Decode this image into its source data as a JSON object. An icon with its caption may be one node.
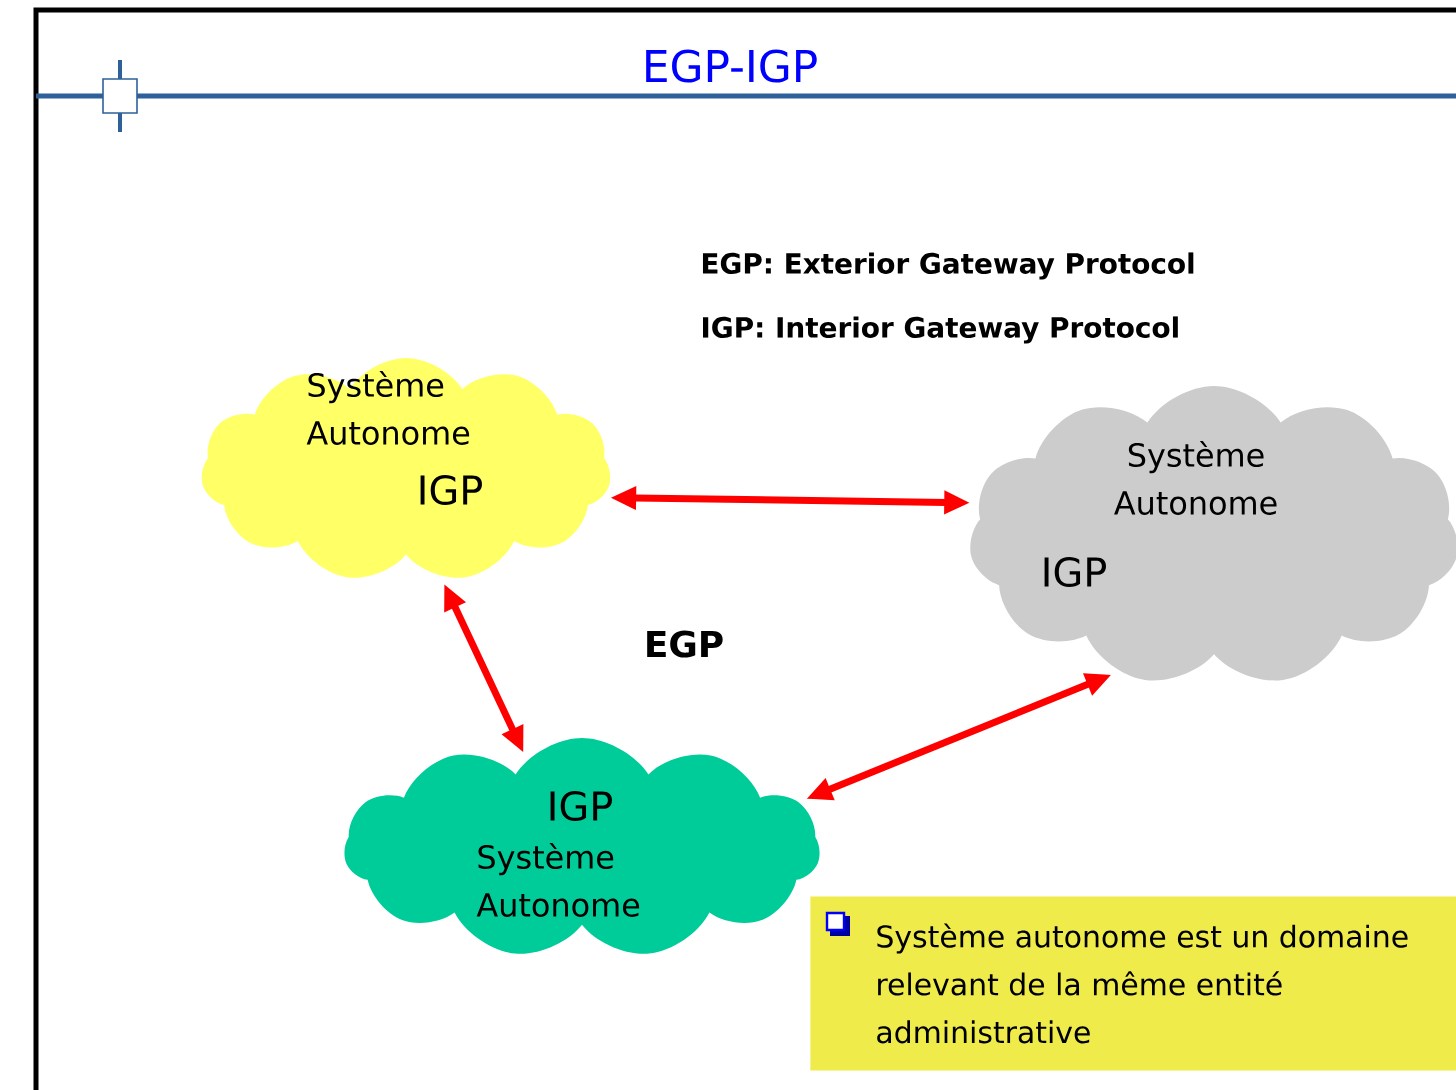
{
  "diagram": {
    "title": "EGP-IGP",
    "nodes": [
      {
        "text": [
          "Système Autonome",
          "IGP"
        ]
      },
      {
        "text": [
          "Système Autonome",
          "IGP"
        ]
      },
      {
        "text": [
          "IGP",
          "Système Autonome"
        ]
      },
      {
        "text": [
          "Système autonome est un domaine relevant de la même entité administrative"
        ]
      }
    ],
    "edges": [
      {
        "from": 0,
        "to": 1,
        "arrow": "both"
      },
      {
        "from": 0,
        "to": 2,
        "arrow": "both"
      },
      {
        "from": 2,
        "to": 1,
        "arrow": "both"
      }
    ],
    "labels": [
      "EGP: Exterior Gateway Protocol",
      "IGP: Interior Gateway Protocol",
      "EGP"
    ]
  }
}
